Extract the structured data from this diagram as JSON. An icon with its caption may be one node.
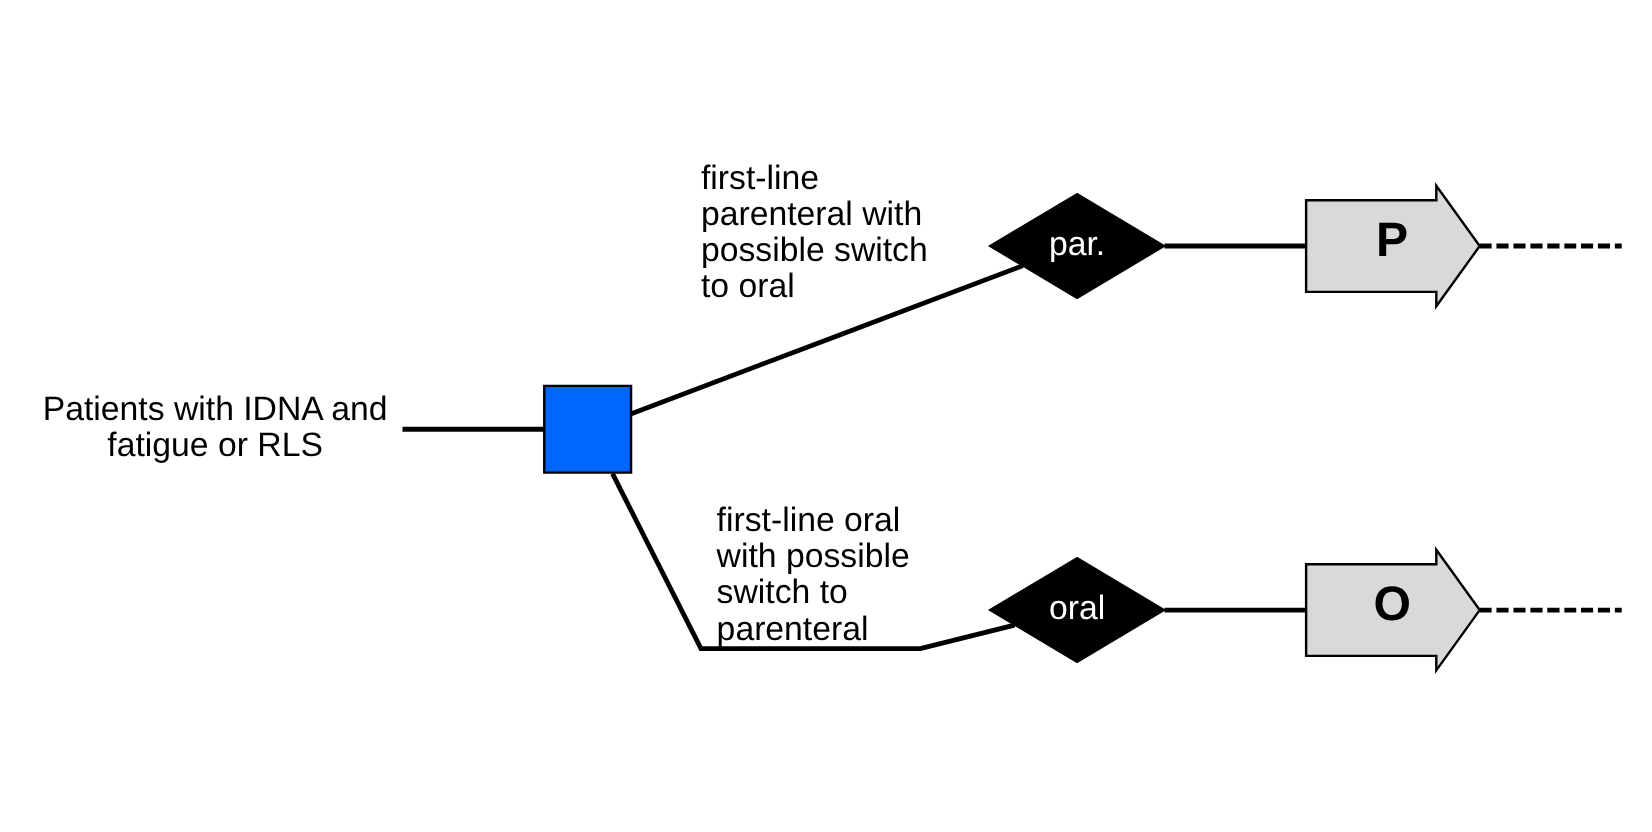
{
  "diagram": {
    "nodes": [
      {
        "text": [
          "Patients with IDNA and fatigue or RLS"
        ]
      },
      {
        "text": [],
        "shape": "box"
      },
      {
        "text": [
          "par."
        ]
      },
      {
        "text": [
          "P"
        ]
      },
      {
        "text": [
          "oral"
        ]
      },
      {
        "text": [
          "O"
        ]
      }
    ],
    "edges": [
      {
        "from": 0,
        "to": 1,
        "arrow": "none"
      },
      {
        "from": 1,
        "to": 2,
        "arrow": "none",
        "label": "first-line parenteral with possible switch to oral"
      },
      {
        "from": 2,
        "to": 3,
        "arrow": "none"
      },
      {
        "from": 3,
        "to": null,
        "arrow": "none",
        "style": "dashed"
      },
      {
        "from": 1,
        "to": 4,
        "arrow": "none",
        "label": "first-line oral with possible switch to parenteral"
      },
      {
        "from": 4,
        "to": 5,
        "arrow": "none"
      },
      {
        "from": 5,
        "to": null,
        "arrow": "none",
        "style": "dashed"
      }
    ]
  }
}
